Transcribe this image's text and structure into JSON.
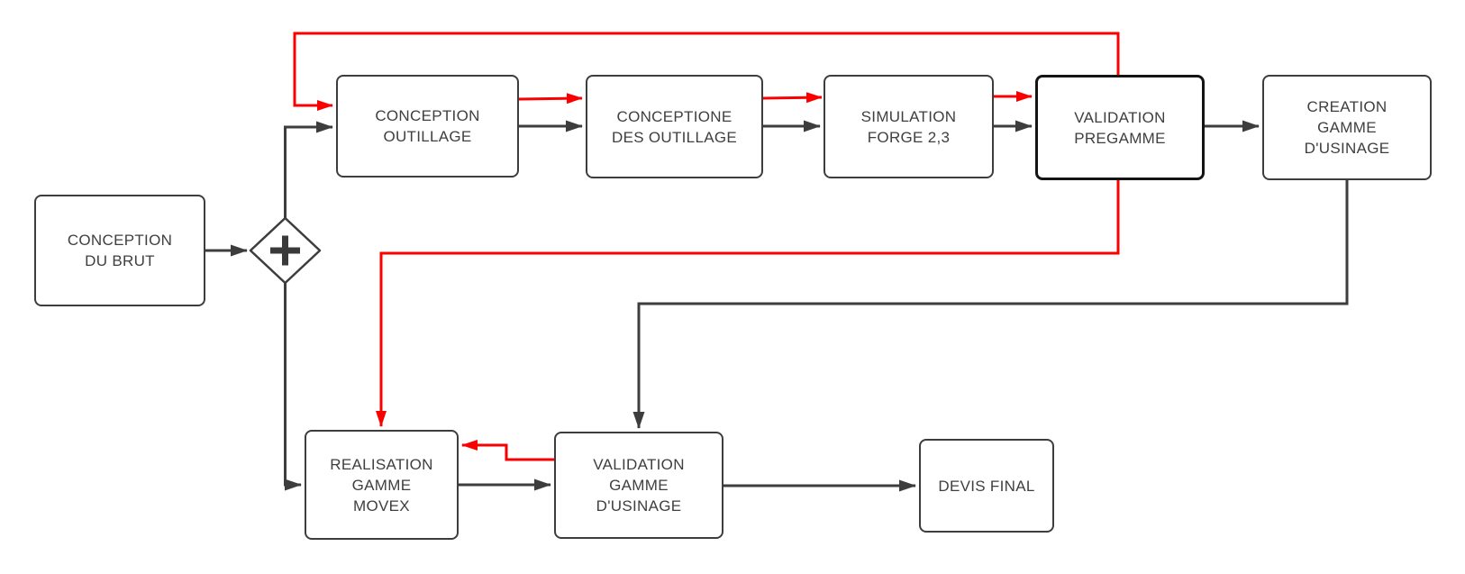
{
  "diagram": {
    "type": "flowchart",
    "colors": {
      "flow": "#3d3d3d",
      "feedback": "#fb0000",
      "node_border": "#3d3d3d",
      "node_fill": "#ffffff",
      "text": "#3f3f3f"
    },
    "nodes": [
      {
        "id": "conception-du-brut",
        "label": "CONCEPTION\nDU BRUT",
        "type": "process"
      },
      {
        "id": "gateway",
        "label": "+",
        "type": "gateway-parallel"
      },
      {
        "id": "conception-outillage",
        "label": "CONCEPTION\nOUTILLAGE",
        "type": "process"
      },
      {
        "id": "conceptione-des-outillage",
        "label": "CONCEPTIONE\nDES OUTILLAGE",
        "type": "process"
      },
      {
        "id": "simulation-forge-23",
        "label": "SIMULATION\nFORGE 2,3",
        "type": "process"
      },
      {
        "id": "validation-pregamme",
        "label": "VALIDATION\nPREGAMME",
        "type": "process-strong"
      },
      {
        "id": "creation-gamme-dusinage",
        "label": "CREATION\nGAMME\nD'USINAGE",
        "type": "process"
      },
      {
        "id": "realisation-gamme-movex",
        "label": "REALISATION\nGAMME\nMOVEX",
        "type": "process"
      },
      {
        "id": "validation-gamme-dusinage",
        "label": "VALIDATION\nGAMME\nD'USINAGE",
        "type": "process"
      },
      {
        "id": "devis-final",
        "label": "DEVIS FINAL",
        "type": "process"
      }
    ],
    "edges": [
      {
        "id": "brut-to-gateway",
        "from": "conception-du-brut",
        "to": "gateway",
        "color": "flow"
      },
      {
        "id": "gateway-to-conception-outillage",
        "from": "gateway",
        "to": "conception-outillage",
        "color": "flow"
      },
      {
        "id": "gateway-to-realisation",
        "from": "gateway",
        "to": "realisation-gamme-movex",
        "color": "flow"
      },
      {
        "id": "conception-outillage-to-conceptione",
        "from": "conception-outillage",
        "to": "conceptione-des-outillage",
        "color": "flow"
      },
      {
        "id": "conceptione-to-simulation",
        "from": "conceptione-des-outillage",
        "to": "simulation-forge-23",
        "color": "flow"
      },
      {
        "id": "simulation-to-validation-pregamme",
        "from": "simulation-forge-23",
        "to": "validation-pregamme",
        "color": "flow"
      },
      {
        "id": "validation-pregamme-to-creation",
        "from": "validation-pregamme",
        "to": "creation-gamme-dusinage",
        "color": "flow"
      },
      {
        "id": "creation-to-validation-gamme",
        "from": "creation-gamme-dusinage",
        "to": "validation-gamme-dusinage",
        "color": "flow"
      },
      {
        "id": "realisation-to-validation-gamme",
        "from": "realisation-gamme-movex",
        "to": "validation-gamme-dusinage",
        "color": "flow"
      },
      {
        "id": "validation-gamme-to-devis",
        "from": "validation-gamme-dusinage",
        "to": "devis-final",
        "color": "flow"
      },
      {
        "id": "red-pregamme-loop-to-conception",
        "from": "validation-pregamme",
        "to": "conception-outillage",
        "color": "feedback"
      },
      {
        "id": "red-conception-outillage-to-conceptione",
        "from": "conception-outillage",
        "to": "conceptione-des-outillage",
        "color": "feedback"
      },
      {
        "id": "red-conceptione-to-simulation",
        "from": "conceptione-des-outillage",
        "to": "simulation-forge-23",
        "color": "feedback"
      },
      {
        "id": "red-simulation-to-validation-pregamme",
        "from": "simulation-forge-23",
        "to": "validation-pregamme",
        "color": "feedback"
      },
      {
        "id": "red-pregamme-to-realisation",
        "from": "validation-pregamme",
        "to": "realisation-gamme-movex",
        "color": "feedback"
      },
      {
        "id": "red-validation-gamme-to-realisation",
        "from": "validation-gamme-dusinage",
        "to": "realisation-gamme-movex",
        "color": "feedback"
      }
    ]
  }
}
